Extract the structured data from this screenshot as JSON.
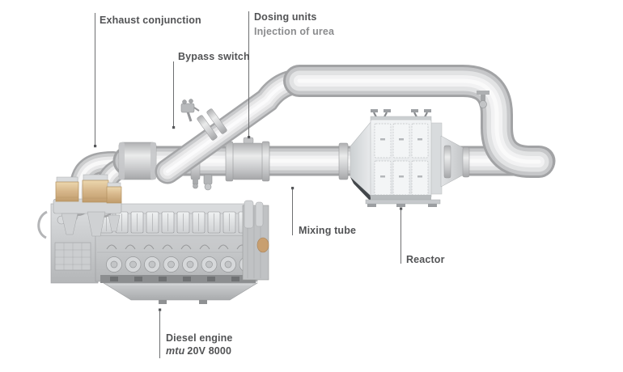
{
  "labels": {
    "exhaust_conjunction": "Exhaust conjunction",
    "bypass_switch": "Bypass switch",
    "dosing_units": "Dosing units",
    "dosing_units_sub": "Injection of urea",
    "mixing_tube": "Mixing tube",
    "reactor": "Reactor",
    "diesel_engine": "Diesel engine",
    "diesel_engine_brand": "mtu",
    "diesel_engine_model": "20V 8000"
  },
  "colors": {
    "label_text": "#525355",
    "label_subtext": "#8b8c8e",
    "leader_line": "#6e6f71",
    "filter_tan": "#d8b88c",
    "metal_highlight": "#fafafa",
    "metal_shadow": "#a2a3a5"
  }
}
